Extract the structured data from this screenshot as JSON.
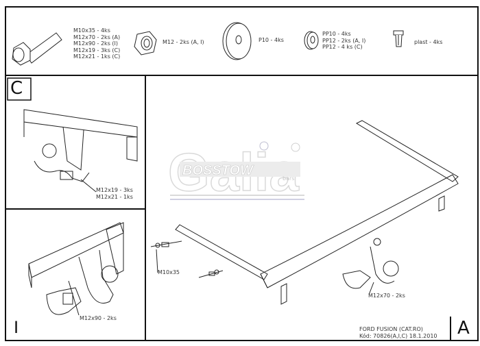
{
  "parts": {
    "bolt": {
      "icon": "bolt-icon",
      "lines": [
        "M10x35 - 4ks",
        "M12x70 - 2ks (A)",
        "M12x90 - 2ks (I)",
        "M12x19 - 3ks (C)",
        "M12x21 - 1ks (C)"
      ]
    },
    "nut": {
      "icon": "nut-icon",
      "label": "M12 - 2ks (A, I)"
    },
    "washer": {
      "icon": "washer-icon",
      "label": "P10 - 4ks"
    },
    "spring_washer": {
      "icon": "spring-washer-icon",
      "lines": [
        "PP10 - 4ks",
        "PP12 - 2ks (A, I)",
        "PP12 - 4 ks (C)"
      ]
    },
    "plastic_clip": {
      "icon": "plastic-clip-icon",
      "label": "plast - 4ks"
    }
  },
  "panel_c": {
    "letter": "C",
    "callouts": [
      "M12x19 - 3ks",
      "M12x21 - 1ks"
    ]
  },
  "panel_i": {
    "letter": "I",
    "callouts": [
      "M12x90 - 2ks"
    ]
  },
  "panel_a": {
    "letter": "A",
    "callouts": [
      "M10x35",
      "M12x70 - 2ks"
    ]
  },
  "logo": {
    "brand": "Galia",
    "sub": "BOSSTOW",
    "sub2": "bars"
  },
  "title_block": {
    "vehicle": "FORD FUSION (CAT.RO)",
    "code": "Kód: 70826(A,I,C) 18.1.2010"
  }
}
